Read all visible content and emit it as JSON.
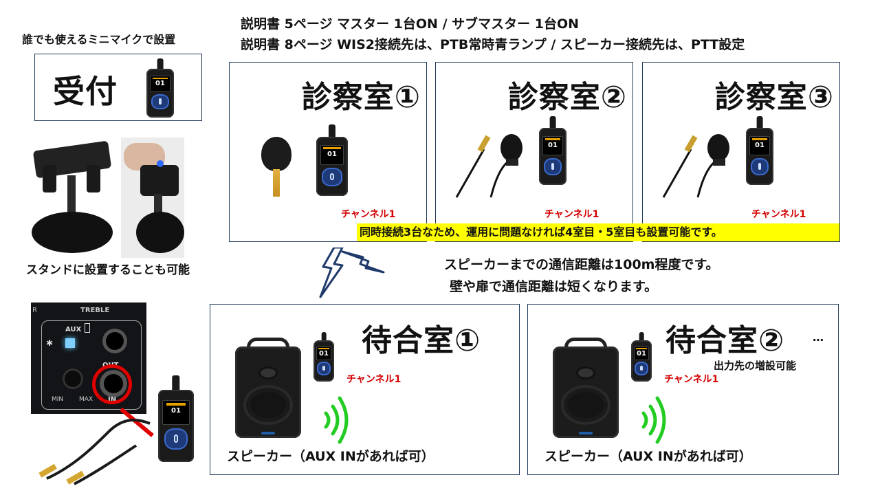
{
  "header": {
    "line1": "説明書 5ページ マスター 1台ON / サブマスター 1台ON",
    "line2": "説明書 8ページ WIS2接続先は、PTB常時青ランプ / スピーカー接続先は、PTT設定"
  },
  "reception": {
    "caption": "誰でも使えるミニマイクで設置",
    "title": "受付",
    "stand_caption": "スタンドに設置することも可能"
  },
  "exam_rooms": [
    {
      "title": "診察室①",
      "channel": "チャンネル1"
    },
    {
      "title": "診察室②",
      "channel": "チャンネル1"
    },
    {
      "title": "診察室③",
      "channel": "チャンネル1"
    }
  ],
  "notice": "同時接続3台なため、運用に問題なければ4室目・5室目も設置可能です。",
  "range": {
    "line1": "スピーカーまでの通信距離は100m程度です。",
    "line2": "壁や扉で通信距離は短くなります。"
  },
  "panel": {
    "treble": "TREBLE",
    "aux": "AUX",
    "out": "OUT",
    "in": "IN",
    "min": "MIN",
    "max": "MAX",
    "edge_letter": "R"
  },
  "waiting_rooms": [
    {
      "title": "待合室①",
      "channel": "チャンネル1",
      "speaker_label": "スピーカー（AUX INがあれば可）",
      "extra": ""
    },
    {
      "title": "待合室②",
      "ellipsis": "…",
      "channel": "チャンネル1",
      "speaker_label": "スピーカー（AUX INがあれば可）",
      "extra": "出力先の増設可能"
    }
  ],
  "device": {
    "screen_number": "01"
  },
  "colors": {
    "border": "#1f3a5a",
    "channel": "#d40000",
    "highlight": "#ffff00",
    "wave": "#22cc22",
    "bolt": "#1f3a6a"
  }
}
